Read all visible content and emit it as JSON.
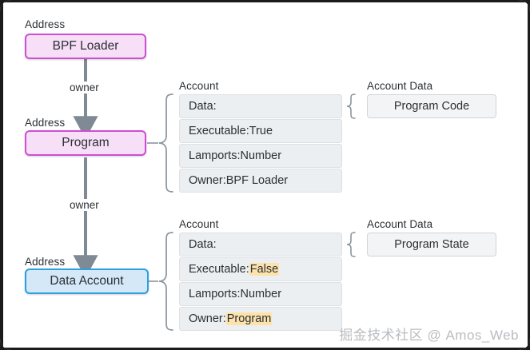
{
  "diagram": {
    "title_watermark": "掘金技术社区 @ Amos_Web",
    "captions": {
      "address": "Address",
      "account": "Account",
      "account_data": "Account Data"
    },
    "edges": [
      {
        "label": "owner",
        "from": "BPF Loader",
        "to": "Program"
      },
      {
        "label": "owner",
        "from": "Program",
        "to": "Data Account"
      }
    ],
    "nodes": [
      {
        "id": "bpf-loader",
        "label": "BPF Loader",
        "style": "pink",
        "caption": "Address"
      },
      {
        "id": "program",
        "label": "Program",
        "style": "pink",
        "caption": "Address"
      },
      {
        "id": "data-account",
        "label": "Data Account",
        "style": "blue",
        "caption": "Address"
      }
    ],
    "accounts": [
      {
        "id": "program-account",
        "caption": "Account",
        "rows": [
          {
            "label": "Data:",
            "value": "",
            "highlight": false
          },
          {
            "label": "Executable: ",
            "value": "True",
            "highlight": false
          },
          {
            "label": "Lamports: ",
            "value": "Number",
            "highlight": false
          },
          {
            "label": "Owner: ",
            "value": "BPF Loader",
            "highlight": false
          }
        ],
        "data_caption": "Account Data",
        "data_value": "Program Code"
      },
      {
        "id": "data-account-account",
        "caption": "Account",
        "rows": [
          {
            "label": "Data:",
            "value": "",
            "highlight": false
          },
          {
            "label": "Executable:",
            "value": "False",
            "highlight": true
          },
          {
            "label": "Lamports: ",
            "value": "Number",
            "highlight": false
          },
          {
            "label": "Owner:",
            "value": "Program",
            "highlight": true
          }
        ],
        "data_caption": "Account Data",
        "data_value": "Program State"
      }
    ],
    "colors": {
      "pink_fill": "#f7dff7",
      "pink_border": "#cc4fd4",
      "blue_fill": "#d4e8f8",
      "blue_border": "#2e9fe2",
      "row_fill": "#eceff1",
      "row_border": "#dde1e4",
      "data_fill": "#f2f4f6",
      "data_border": "#cfd5da",
      "arrow": "#7f8a95",
      "brace": "#8b949d",
      "text": "#2b2f33",
      "highlight": "#fce3ab",
      "watermark": "#b9bcc0",
      "page_bg": "#ffffff",
      "outer_bg": "#1b1b1b"
    }
  }
}
